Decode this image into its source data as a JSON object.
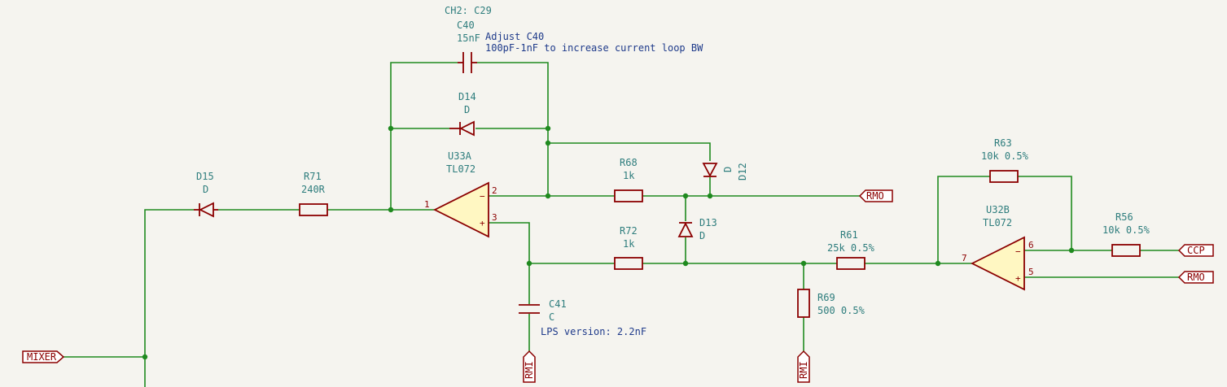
{
  "annotations": {
    "ch2_note": "CH2: C29",
    "c40_adjust_line1": "Adjust C40",
    "c40_adjust_line2": "100pF-1nF to increase current loop BW",
    "c41_lps_note": "LPS version: 2.2nF"
  },
  "components": {
    "c40": {
      "ref": "C40",
      "value": "15nF"
    },
    "d14": {
      "ref": "D14",
      "value": "D"
    },
    "d15": {
      "ref": "D15",
      "value": "D"
    },
    "r71": {
      "ref": "R71",
      "value": "240R"
    },
    "u33a": {
      "ref": "U33A",
      "value": "TL072"
    },
    "r68": {
      "ref": "R68",
      "value": "1k"
    },
    "d12": {
      "ref": "D12",
      "value": "D"
    },
    "d13": {
      "ref": "D13",
      "value": "D"
    },
    "r72": {
      "ref": "R72",
      "value": "1k"
    },
    "c41": {
      "ref": "C41",
      "value": "C"
    },
    "r61": {
      "ref": "R61",
      "value": "25k 0.5%"
    },
    "r69": {
      "ref": "R69",
      "value": "500 0.5%"
    },
    "r63": {
      "ref": "R63",
      "value": "10k 0.5%"
    },
    "u32b": {
      "ref": "U32B",
      "value": "TL072"
    },
    "r56": {
      "ref": "R56",
      "value": "10k 0.5%"
    }
  },
  "pins": {
    "u33a_out": "1",
    "u33a_inv": "2",
    "u33a_noninv": "3",
    "u33a_minus": "−",
    "u33a_plus": "+",
    "u32b_out": "7",
    "u32b_inv": "6",
    "u32b_noninv": "5",
    "u32b_minus": "−",
    "u32b_plus": "+"
  },
  "labels": {
    "mixer": "MIXER",
    "rmo_top": "RMO",
    "ccp": "CCP",
    "rmo_right": "RMO",
    "rmi_c41": "RMI",
    "rmi_r69": "RMI"
  },
  "colors": {
    "wire": "#1f8a1f",
    "component": "#8b0000",
    "opamp_fill": "#fff7c2",
    "reference_text": "#2e7d7d",
    "note_text": "#1e3a8a",
    "background": "#f5f4ef"
  }
}
